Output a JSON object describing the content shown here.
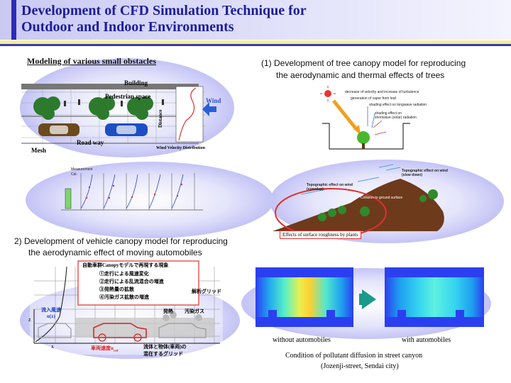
{
  "header": {
    "title_line1": "Development of CFD Simulation Technique for",
    "title_line2": "Outdoor and Indoor Environments"
  },
  "obstacles": {
    "heading": "Modeling of various small obstacles",
    "building": "Building",
    "pedestrian_space": "Pedestrian space",
    "roadway": "Road way",
    "mesh": "Mesh",
    "wind": "Wind",
    "distance": "Distance",
    "wind_velocity_distribution": "Wind Velocity Distribution",
    "legend_measurement": "Measurement",
    "legend_cal": "Cal."
  },
  "tree": {
    "heading_line1": "(1) Development of tree canopy model for reproducing",
    "heading_line2": "the aerodynamic and thermal effects of trees",
    "note_turbulence": "decrease of velocity and increase of turbulence",
    "note_vapor": "generation of vapor from leaf",
    "note_longwave": "shading effect on longwave radiation",
    "note_solar": "shading effect on shortwave (solar) radiation",
    "topo_upwind": "Topographic effect on wind (speedup)",
    "topo_slowdown": "Topographic effect on wind (slow down)",
    "collision": "Collision to ground surface",
    "roughness": "Effects of surface roughness by plants"
  },
  "vehicle": {
    "heading_line1": "2) Development of vehicle canopy model for reproducing",
    "heading_line2": "the aerodynamic effect of moving automobiles",
    "box_title": "自動車群Canopyモデルで再現する現象",
    "box_items": [
      "①走行による風速変化",
      "②走行による乱流混合の増進",
      "③発熱量の拡散",
      "④汚染ガス拡散の増進"
    ],
    "label_grid": "解析グリッド",
    "label_inflow": "流入風速",
    "label_inflow_sub": "u(z)",
    "label_heat": "発熱",
    "label_gas": "汚染ガス",
    "label_speed": "車両速度u",
    "label_speed_sub": "car",
    "label_mixed_line1": "流体と物体(車両)の",
    "label_mixed_line2": "混在するグリッド",
    "axis_z": "z",
    "axis_x": "x"
  },
  "pollutant": {
    "without": "without automobiles",
    "with": "with automobiles",
    "caption_line1": "Condition of pollutant diffusion  in street canyon",
    "caption_line2": "(Jozenji-street, Sendai city)"
  },
  "colors": {
    "title": "#1d1d9a",
    "accent_blue": "#3a3ab0",
    "red_box": "#e03030",
    "teal_arrow": "#1a9a8a"
  }
}
